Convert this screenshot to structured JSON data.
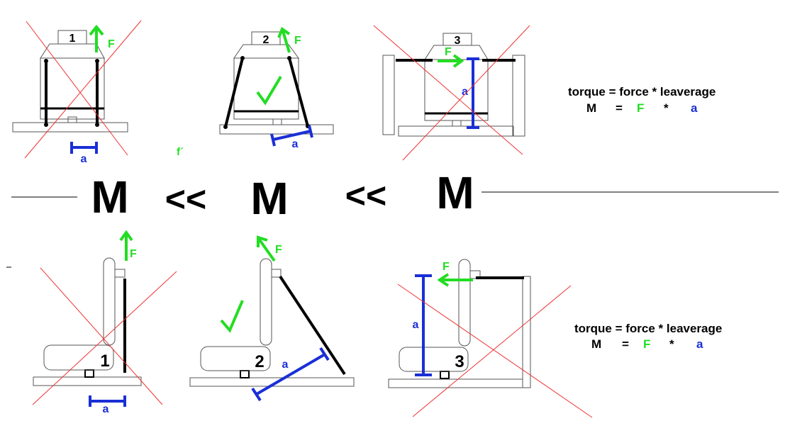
{
  "colors": {
    "force": "#22dd22",
    "lever": "#1a2fd6",
    "cross": "#ee3333",
    "line": "#000000",
    "outline": "#555555",
    "text": "#000000"
  },
  "top_row": {
    "fig1": {
      "number": "1",
      "force_label": "F",
      "lever_label": "a"
    },
    "fig2": {
      "number": "2",
      "force_label": "F",
      "lever_label": "a"
    },
    "fig3": {
      "number": "3",
      "force_label": "F",
      "lever_label": "a"
    },
    "stray_mark": "f´"
  },
  "comparison": {
    "m1": "M",
    "op1": "<<",
    "m2": "M",
    "op2": "<<",
    "m3": "M"
  },
  "bottom_row": {
    "fig1": {
      "number": "1",
      "force_label": "F",
      "lever_label": "a"
    },
    "fig2": {
      "number": "2",
      "force_label": "F",
      "lever_label": "a"
    },
    "fig3": {
      "number": "3",
      "force_label": "F",
      "lever_label": "a"
    }
  },
  "formula_top": {
    "line1": "torque = force * leaverage",
    "m": "M",
    "eq": "=",
    "f": "F",
    "mul": "*",
    "a": "a"
  },
  "formula_bottom": {
    "line1": "torque = force * leaverage",
    "m": "M",
    "eq": "=",
    "f": "F",
    "mul": "*",
    "a": "a"
  }
}
